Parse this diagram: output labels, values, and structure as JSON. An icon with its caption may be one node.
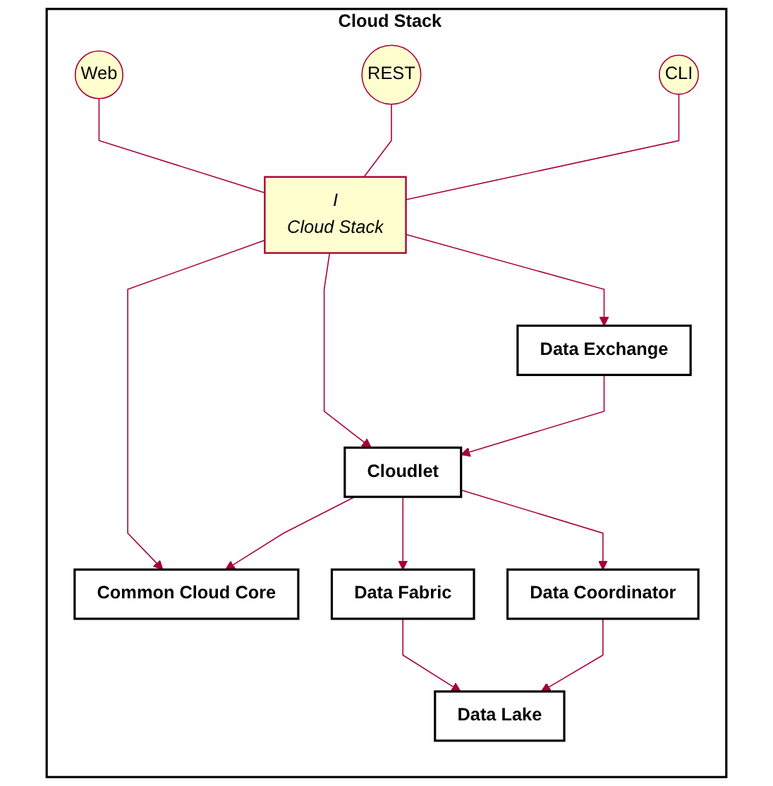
{
  "diagram": {
    "nodes": [
      {
        "text": [
          "Cloud Stack"
        ]
      },
      {
        "text": [
          "Web"
        ],
        "in": 0
      },
      {
        "text": [
          "REST"
        ],
        "in": 0
      },
      {
        "text": [
          "CLI"
        ],
        "in": 0
      },
      {
        "text": [
          "I",
          "Cloud Stack"
        ],
        "in": 0
      },
      {
        "text": [
          "Data Exchange"
        ],
        "in": 0
      },
      {
        "text": [
          "Cloudlet"
        ],
        "in": 0
      },
      {
        "text": [
          "Common Cloud Core"
        ],
        "in": 0
      },
      {
        "text": [
          "Data Fabric"
        ],
        "in": 0
      },
      {
        "text": [
          "Data Coordinator"
        ],
        "in": 0
      },
      {
        "text": [
          "Data Lake"
        ],
        "in": 0
      }
    ],
    "edges": [
      {
        "from": 1,
        "to": 4,
        "arrow": "none"
      },
      {
        "from": 2,
        "to": 4,
        "arrow": "none"
      },
      {
        "from": 3,
        "to": 4,
        "arrow": "none"
      },
      {
        "from": 4,
        "to": 5,
        "arrow": "to"
      },
      {
        "from": 4,
        "to": 6,
        "arrow": "to"
      },
      {
        "from": 4,
        "to": 7,
        "arrow": "to"
      },
      {
        "from": 5,
        "to": 6,
        "arrow": "to"
      },
      {
        "from": 6,
        "to": 7,
        "arrow": "to"
      },
      {
        "from": 6,
        "to": 8,
        "arrow": "to"
      },
      {
        "from": 6,
        "to": 9,
        "arrow": "to"
      },
      {
        "from": 8,
        "to": 10,
        "arrow": "to"
      },
      {
        "from": 9,
        "to": 10,
        "arrow": "to"
      }
    ]
  }
}
